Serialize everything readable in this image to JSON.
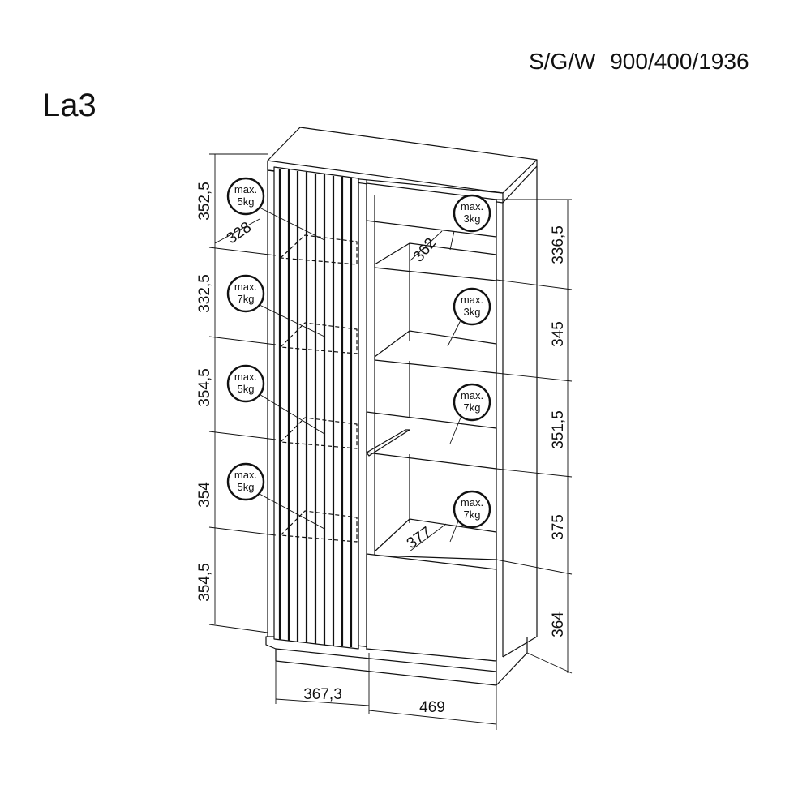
{
  "header": {
    "model": "La3",
    "dims_label": "S/G/W",
    "dims_value": "900/400/1936"
  },
  "left_heights": [
    "352,5",
    "332,5",
    "354,5",
    "354",
    "354,5"
  ],
  "right_heights": [
    "336,5",
    "345",
    "351,5",
    "375",
    "364"
  ],
  "widths": {
    "left": "367,3",
    "right": "469"
  },
  "depths": {
    "top_left": "328",
    "top_right": "362",
    "bottom_right": "377"
  },
  "left_capacities": [
    {
      "line1": "max.",
      "line2": "5kg"
    },
    {
      "line1": "max.",
      "line2": "7kg"
    },
    {
      "line1": "max.",
      "line2": "5kg"
    },
    {
      "line1": "max.",
      "line2": "5kg"
    }
  ],
  "right_capacities": [
    {
      "line1": "max.",
      "line2": "3kg"
    },
    {
      "line1": "max.",
      "line2": "3kg"
    },
    {
      "line1": "max.",
      "line2": "7kg"
    },
    {
      "line1": "max.",
      "line2": "7kg"
    }
  ]
}
